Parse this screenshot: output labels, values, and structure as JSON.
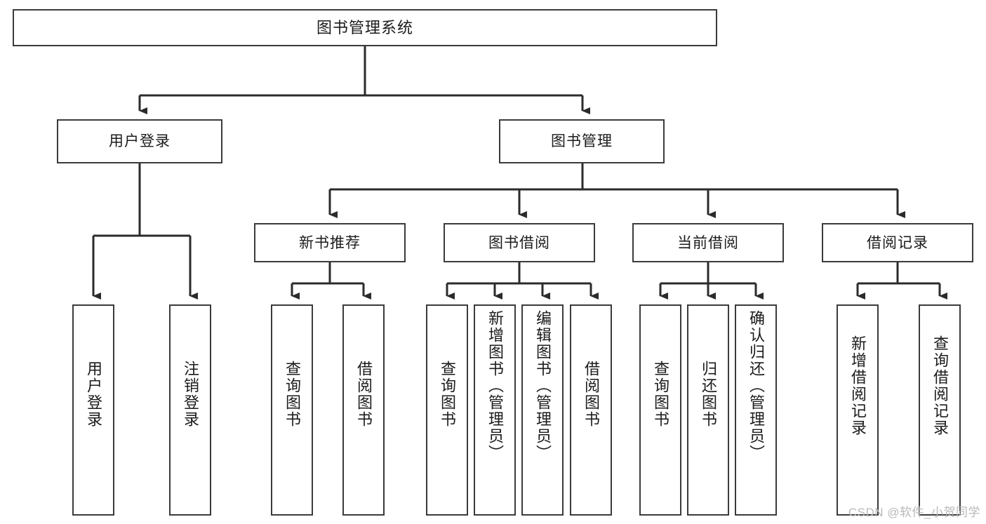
{
  "diagram": {
    "title": "图书管理系统",
    "type": "tree",
    "watermark": "CSDN @软件_小贺同学",
    "colors": {
      "background": "#ffffff",
      "box_border": "#3b3b3b",
      "box_fill": "#ffffff",
      "text": "#1b1b1b",
      "connector": "#2b2b2b",
      "watermark": "#b9b9b9"
    },
    "levels": {
      "root": {
        "label": "图书管理系统"
      },
      "level2": [
        {
          "label": "用户登录"
        },
        {
          "label": "图书管理"
        }
      ],
      "level3": [
        {
          "label": "新书推荐"
        },
        {
          "label": "图书借阅"
        },
        {
          "label": "当前借阅"
        },
        {
          "label": "借阅记录"
        }
      ],
      "leaves": {
        "user_login": [
          {
            "label": "用户登录"
          },
          {
            "label": "注销登录"
          }
        ],
        "new_book_recommend": [
          {
            "label": "查询图书"
          },
          {
            "label": "借阅图书"
          }
        ],
        "book_borrow": [
          {
            "label": "查询图书"
          },
          {
            "label": "新增图书（管理员）"
          },
          {
            "label": "编辑图书（管理员）"
          },
          {
            "label": "借阅图书"
          }
        ],
        "current_borrow": [
          {
            "label": "查询图书"
          },
          {
            "label": "归还图书"
          },
          {
            "label": "确认归还（管理员）"
          }
        ],
        "borrow_record": [
          {
            "label": "新增借阅记录"
          },
          {
            "label": "查询借阅记录"
          }
        ]
      }
    }
  }
}
